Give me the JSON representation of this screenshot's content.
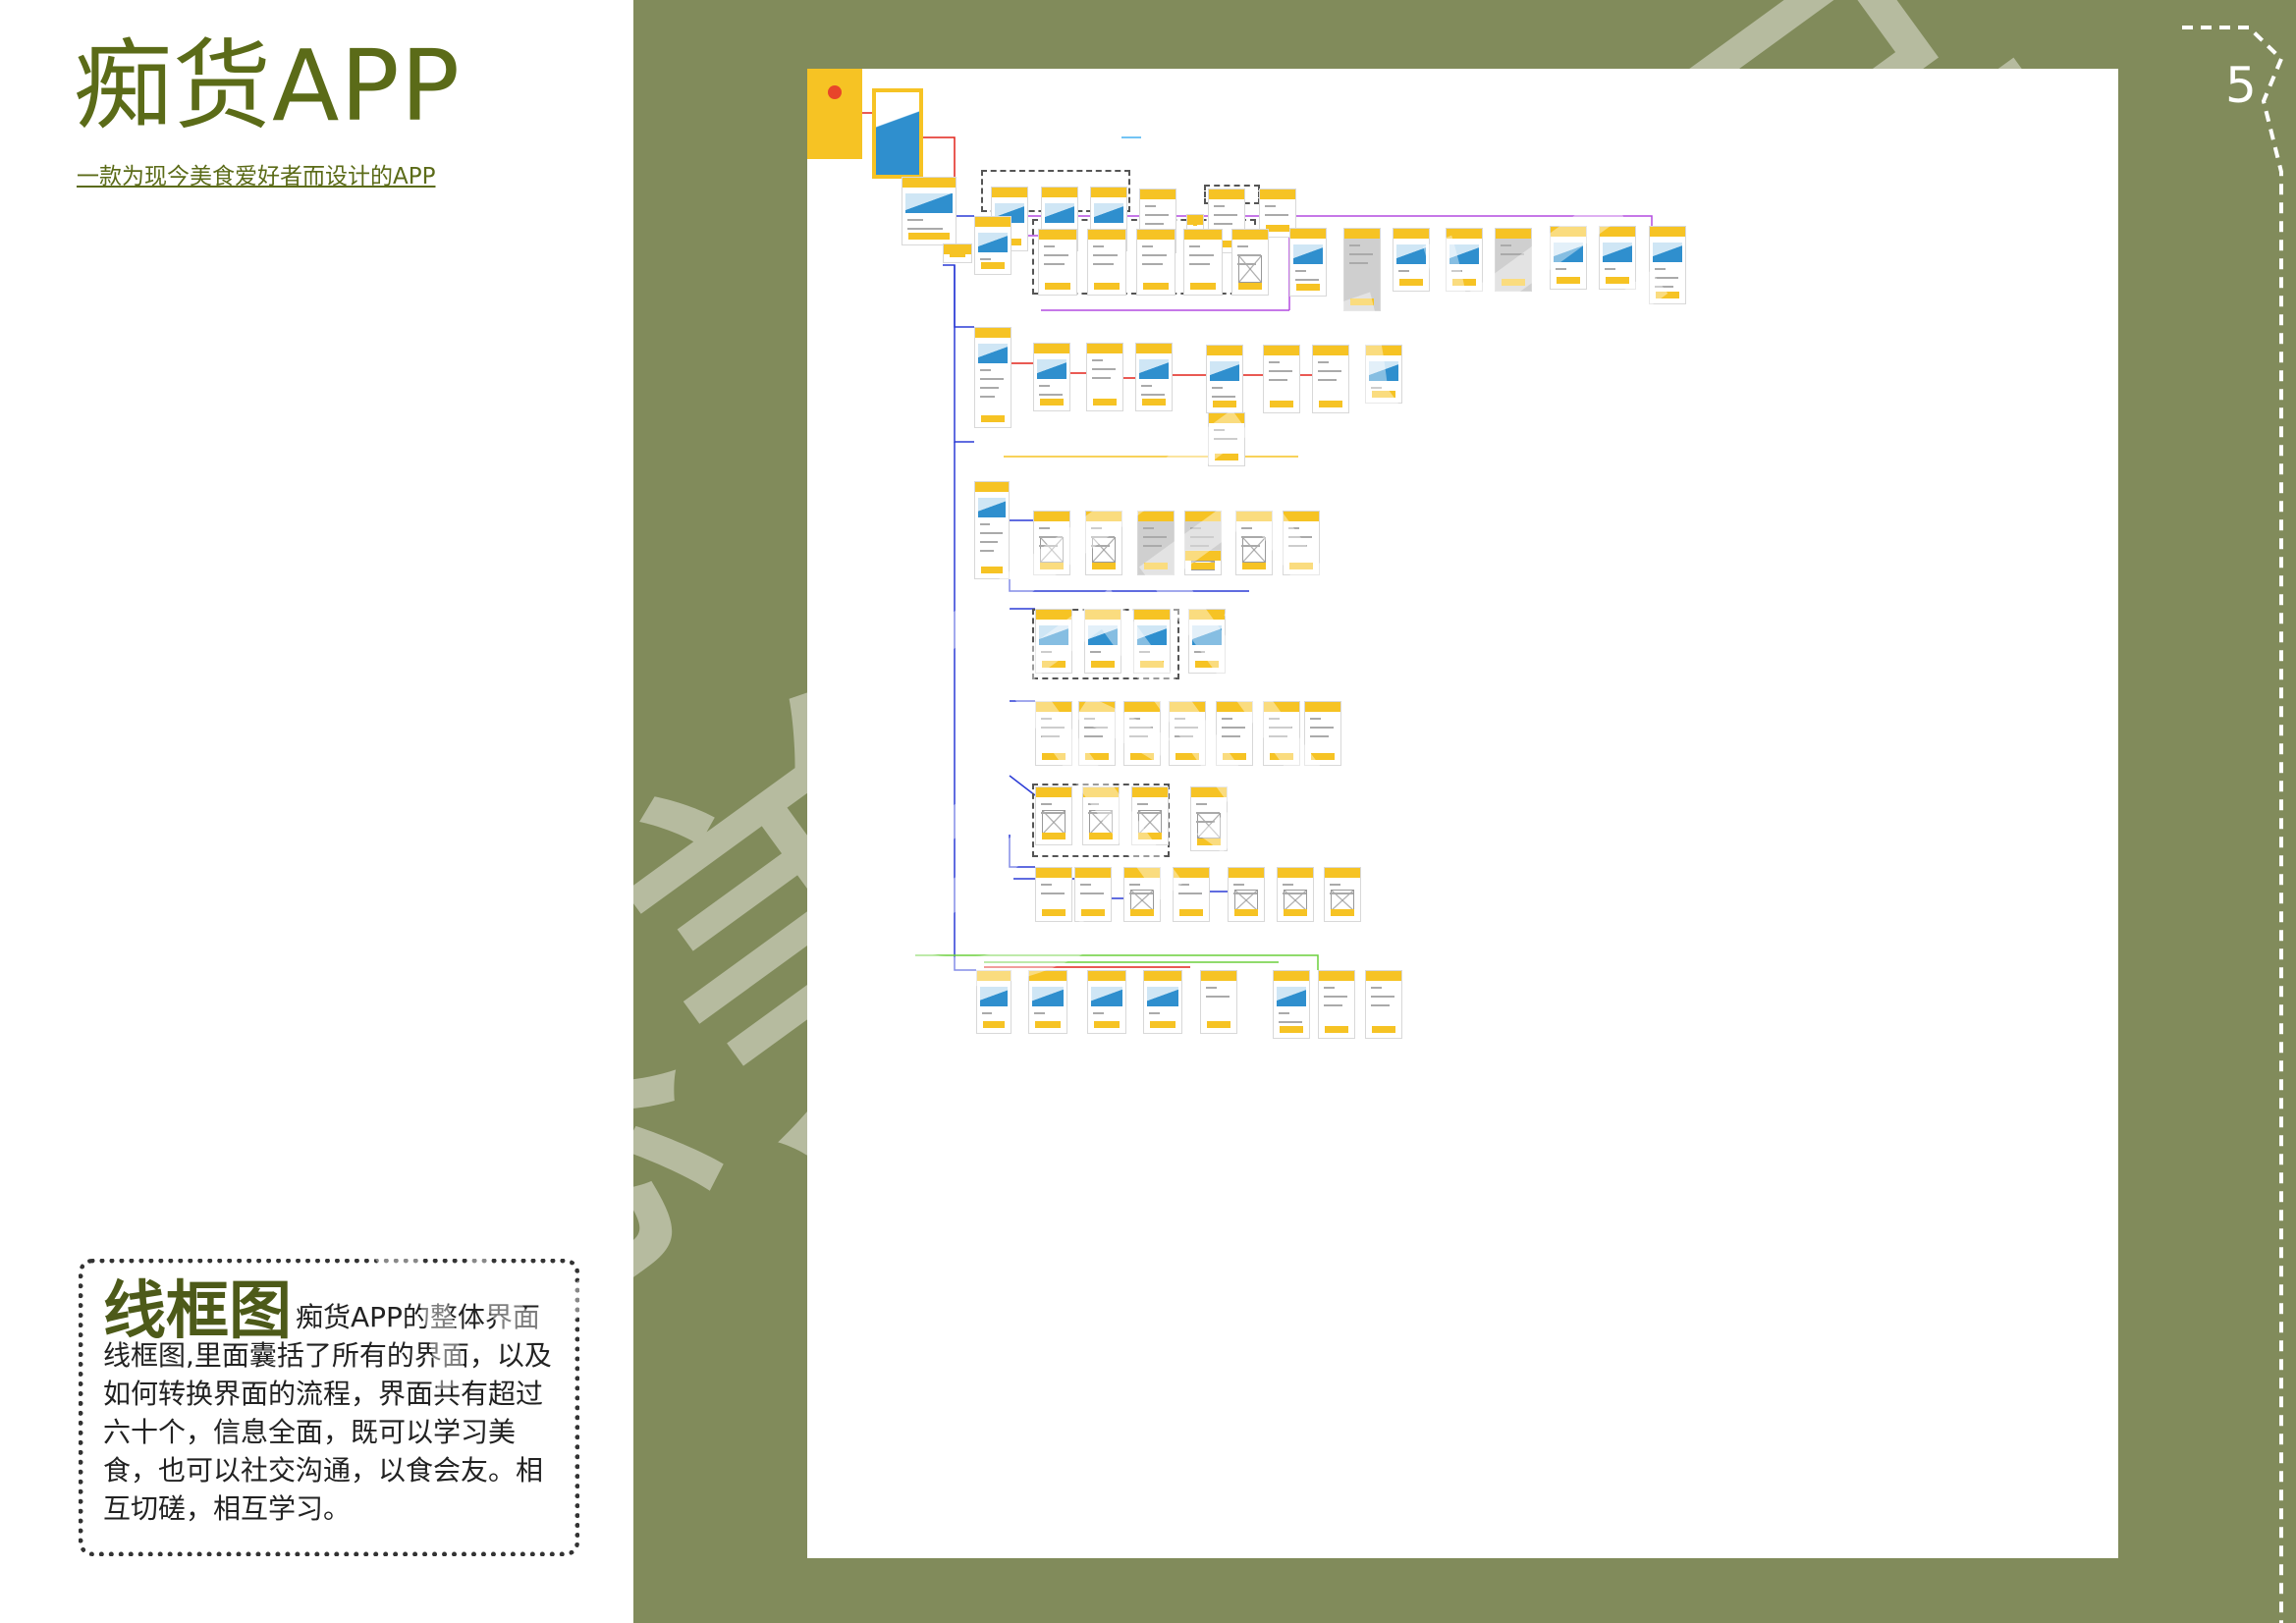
{
  "title": "痴货APP",
  "subtitle": "一款为现今美食爱好者而设计的APP",
  "description": {
    "heading": "线框图",
    "body": "痴货APP的整体界面线框图,里面囊括了所有的界面，以及如何转换界面的流程，界面共有超过六十个，信息全面，既可以学习美食，也可以社交沟通，以食会友。相互切磋，相互学习。"
  },
  "page_number": "5",
  "watermark": "憨美丽作品",
  "colors": {
    "brand_green": "#5b6b18",
    "panel_green": "#818b5b",
    "wire_yellow": "#f6c324",
    "flow_blue": "#2b3bd6",
    "flow_red": "#e2231a",
    "flow_purple": "#b44be0",
    "flow_green": "#6bcf3c"
  }
}
